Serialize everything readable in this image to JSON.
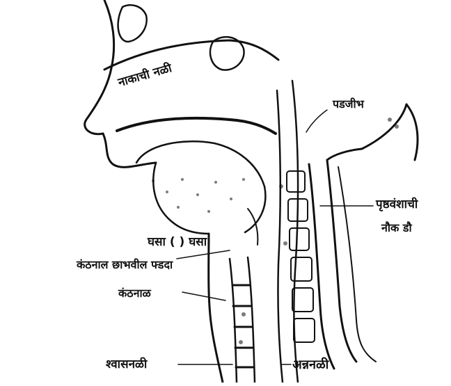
{
  "labels": {
    "nasal_passage": "नाकाची नळी",
    "soft_palate": "पडजीभ",
    "vertebral_column_line1": "पृष्ठवंशाची",
    "vertebral_column_line2": "नौक डौ",
    "throat_line1": "घसा ( ) घसा",
    "throat_line2": "कंठनाल छाभवील फ्डदा",
    "larynx": "कंठनाळ",
    "trachea": "श्वासनळी",
    "oesophagus": "अन्ननळी"
  },
  "colors": {
    "ink": "#111111",
    "paper": "#ffffff"
  }
}
